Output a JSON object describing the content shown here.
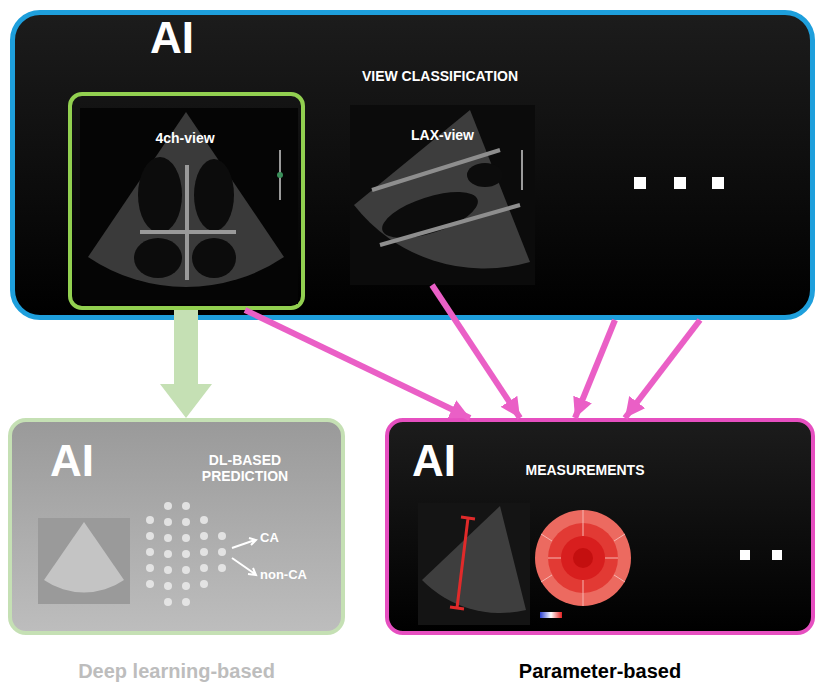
{
  "diagram": {
    "nodes": [
      {
        "text": [
          "AI",
          "VIEW CLASSIFICATION"
        ]
      },
      {
        "text": [
          "4ch-view"
        ],
        "in": 0
      },
      {
        "text": [
          "LAX-view"
        ],
        "in": 0
      },
      {
        "text": [
          "AI",
          "DL-BASED PREDICTION",
          "Deep learning-based"
        ]
      },
      {
        "text": [
          "AI",
          "MEASUREMENTS",
          "Parameter-based"
        ]
      }
    ],
    "edges": [
      {
        "from": 1,
        "to": 3,
        "arrow": "to"
      },
      {
        "from": 1,
        "to": 4,
        "arrow": "to"
      },
      {
        "from": 2,
        "to": 4,
        "arrow": "to"
      },
      {
        "from": 0,
        "to": 4,
        "arrow": "to"
      },
      {
        "from": 0,
        "to": 4,
        "arrow": "to"
      }
    ],
    "labels": [
      "CA",
      "non-CA"
    ]
  }
}
